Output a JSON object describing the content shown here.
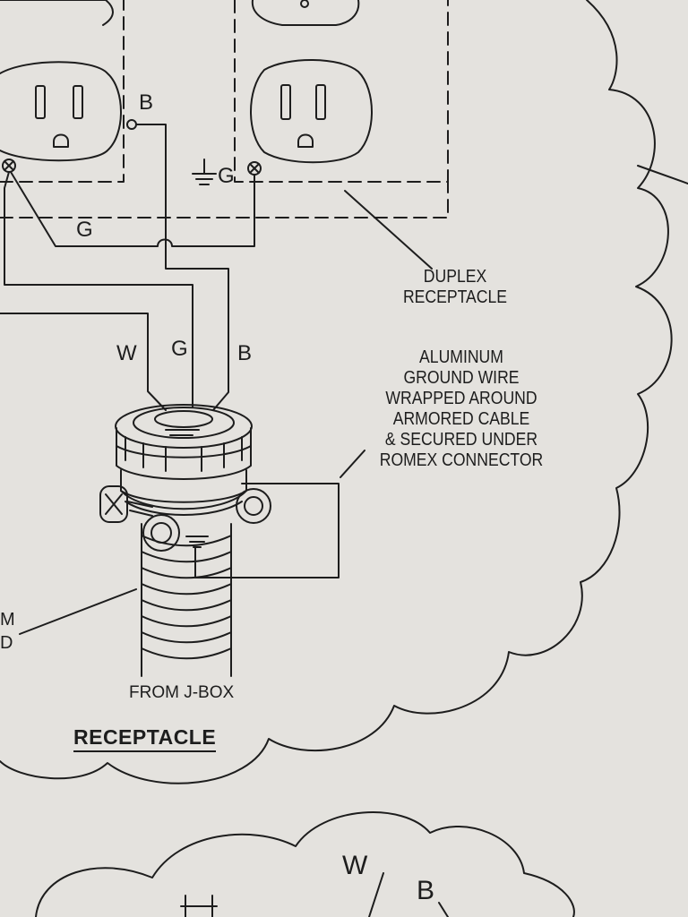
{
  "diagram": {
    "title": "RECEPTACLE",
    "wire_labels": {
      "black_top": "B",
      "ground_top_left": "G",
      "ground_top_right": "G",
      "white": "W",
      "ground": "G",
      "black": "B",
      "bottom_white": "W",
      "bottom_black": "B"
    },
    "callouts": {
      "duplex_receptacle": [
        "DUPLEX",
        "RECEPTACLE"
      ],
      "aluminum_ground": [
        "ALUMINUM",
        "GROUND WIRE",
        "WRAPPED AROUND",
        "ARMORED CABLE",
        "& SECURED UNDER",
        "ROMEX CONNECTOR"
      ],
      "from_jbox": "FROM J-BOX",
      "cut_left": [
        "M",
        "D"
      ]
    },
    "colors": {
      "ink": "#1d1d1d",
      "paper": "#e4e2de"
    }
  }
}
